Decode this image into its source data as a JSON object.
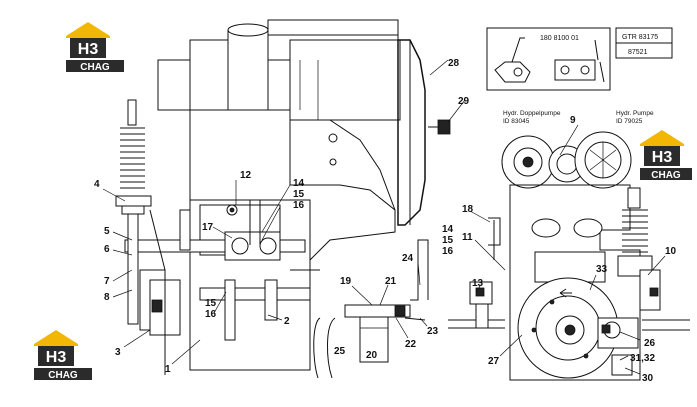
{
  "logos": [
    {
      "top": "H3",
      "bottom": "CHAG",
      "accent": "#f2b705",
      "dark": "#2b2b2b"
    },
    {
      "top": "H3",
      "bottom": "CHAG",
      "accent": "#f2b705",
      "dark": "#2b2b2b"
    },
    {
      "top": "H3",
      "bottom": "CHAG",
      "accent": "#f2b705",
      "dark": "#2b2b2b"
    }
  ],
  "inset": {
    "part_number": "180 8100 01",
    "ref_box_top": "GTR 83175",
    "ref_box_bottom": "87521"
  },
  "annotations": {
    "double_pump_title": "Hydr. Doppelpumpe",
    "double_pump_id": "ID 83045",
    "pump_title": "Hydr. Pumpe",
    "pump_id": "ID 79025"
  },
  "callouts": [
    {
      "id": "c1",
      "text": "1"
    },
    {
      "id": "c2",
      "text": "2"
    },
    {
      "id": "c3",
      "text": "3"
    },
    {
      "id": "c4",
      "text": "4"
    },
    {
      "id": "c5",
      "text": "5"
    },
    {
      "id": "c6",
      "text": "6"
    },
    {
      "id": "c7",
      "text": "7"
    },
    {
      "id": "c8",
      "text": "8"
    },
    {
      "id": "c9",
      "text": "9"
    },
    {
      "id": "c10",
      "text": "10"
    },
    {
      "id": "c11",
      "text": "11"
    },
    {
      "id": "c12",
      "text": "12"
    },
    {
      "id": "c13",
      "text": "13"
    },
    {
      "id": "c14a",
      "text": "14"
    },
    {
      "id": "c15a",
      "text": "15"
    },
    {
      "id": "c16a",
      "text": "16"
    },
    {
      "id": "c14b",
      "text": "14"
    },
    {
      "id": "c15b",
      "text": "15"
    },
    {
      "id": "c16b",
      "text": "16"
    },
    {
      "id": "c15c",
      "text": "15"
    },
    {
      "id": "c16c",
      "text": "16"
    },
    {
      "id": "c17",
      "text": "17"
    },
    {
      "id": "c18",
      "text": "18"
    },
    {
      "id": "c19",
      "text": "19"
    },
    {
      "id": "c20",
      "text": "20"
    },
    {
      "id": "c21",
      "text": "21"
    },
    {
      "id": "c22",
      "text": "22"
    },
    {
      "id": "c23",
      "text": "23"
    },
    {
      "id": "c24",
      "text": "24"
    },
    {
      "id": "c25",
      "text": "25"
    },
    {
      "id": "c26",
      "text": "26"
    },
    {
      "id": "c27",
      "text": "27"
    },
    {
      "id": "c28",
      "text": "28"
    },
    {
      "id": "c29",
      "text": "29"
    },
    {
      "id": "c30",
      "text": "30"
    },
    {
      "id": "c3132",
      "text": "31,32"
    },
    {
      "id": "c33",
      "text": "33"
    }
  ]
}
